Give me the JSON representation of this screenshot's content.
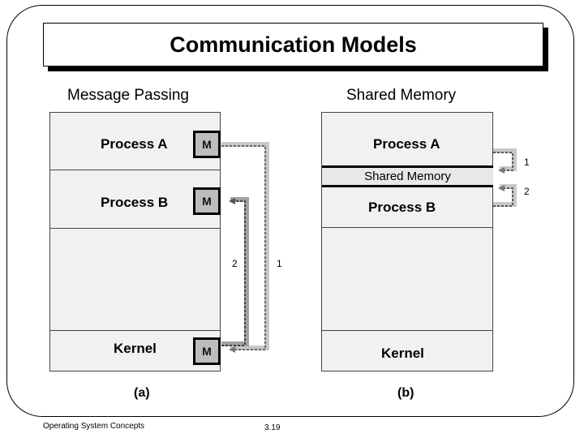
{
  "title": "Communication Models",
  "message_passing": {
    "heading": "Message Passing",
    "process_a": "Process A",
    "process_b": "Process B",
    "kernel": "Kernel",
    "m_label": "M",
    "arrow_labels": [
      "2",
      "1"
    ],
    "caption": "(a)"
  },
  "shared_memory": {
    "heading": "Shared Memory",
    "process_a": "Process A",
    "shared_memory": "Shared Memory",
    "process_b": "Process B",
    "kernel": "Kernel",
    "arrow_labels": [
      "1",
      "2"
    ],
    "caption": "(b)"
  },
  "footer": {
    "left": "Operating System Concepts",
    "page": "3.19"
  }
}
